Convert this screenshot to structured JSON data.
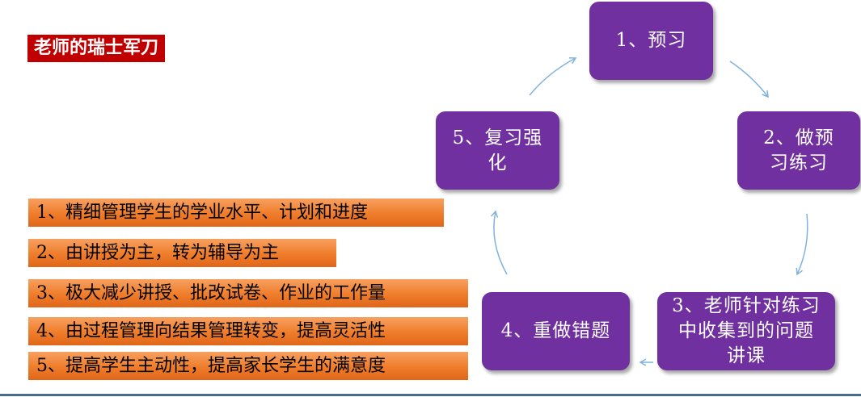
{
  "title": "老师的瑞士军刀",
  "cycle": {
    "step1": "1、预习",
    "step2": "2、做预习练习",
    "step3": "3、老师针对练习中收集到的问题讲课",
    "step4": "4、重做错题",
    "step5": "5、复习强化"
  },
  "benefits": [
    "1、精细管理学生的学业水平、计划和进度",
    "2、由讲授为主，转为辅导为主",
    "3、极大减少讲授、批改试卷、作业的工作量",
    "4、由过程管理向结果管理转变，提高灵活性",
    "5、提高学生主动性，提高家长学生的满意度"
  ],
  "colors": {
    "title_bg": "#c00000",
    "step_box": "#7030a0",
    "benefit_bg": "#ef7d2a",
    "arrow": "#7fb2dc"
  }
}
